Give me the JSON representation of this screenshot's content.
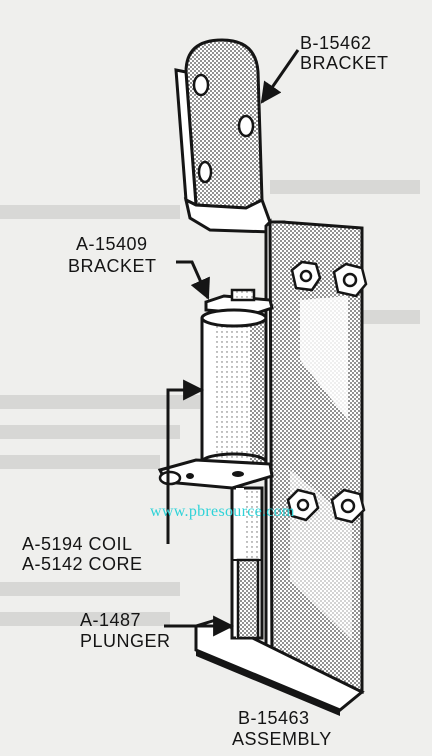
{
  "labels": {
    "bracket_top_part": "B-15462",
    "bracket_top_name": "BRACKET",
    "bracket_mid_part": "A-15409",
    "bracket_mid_name": "BRACKET",
    "coil": "A-5194 COIL",
    "core": "A-5142 CORE",
    "plunger_part": "A-1487",
    "plunger_name": "PLUNGER",
    "assembly_part": "B-15463",
    "assembly_name": "ASSEMBLY"
  },
  "watermark": "www.pbresource.com",
  "colors": {
    "ink": "#151515",
    "paper": "#efefed",
    "watermark": "#2fd3d8"
  }
}
